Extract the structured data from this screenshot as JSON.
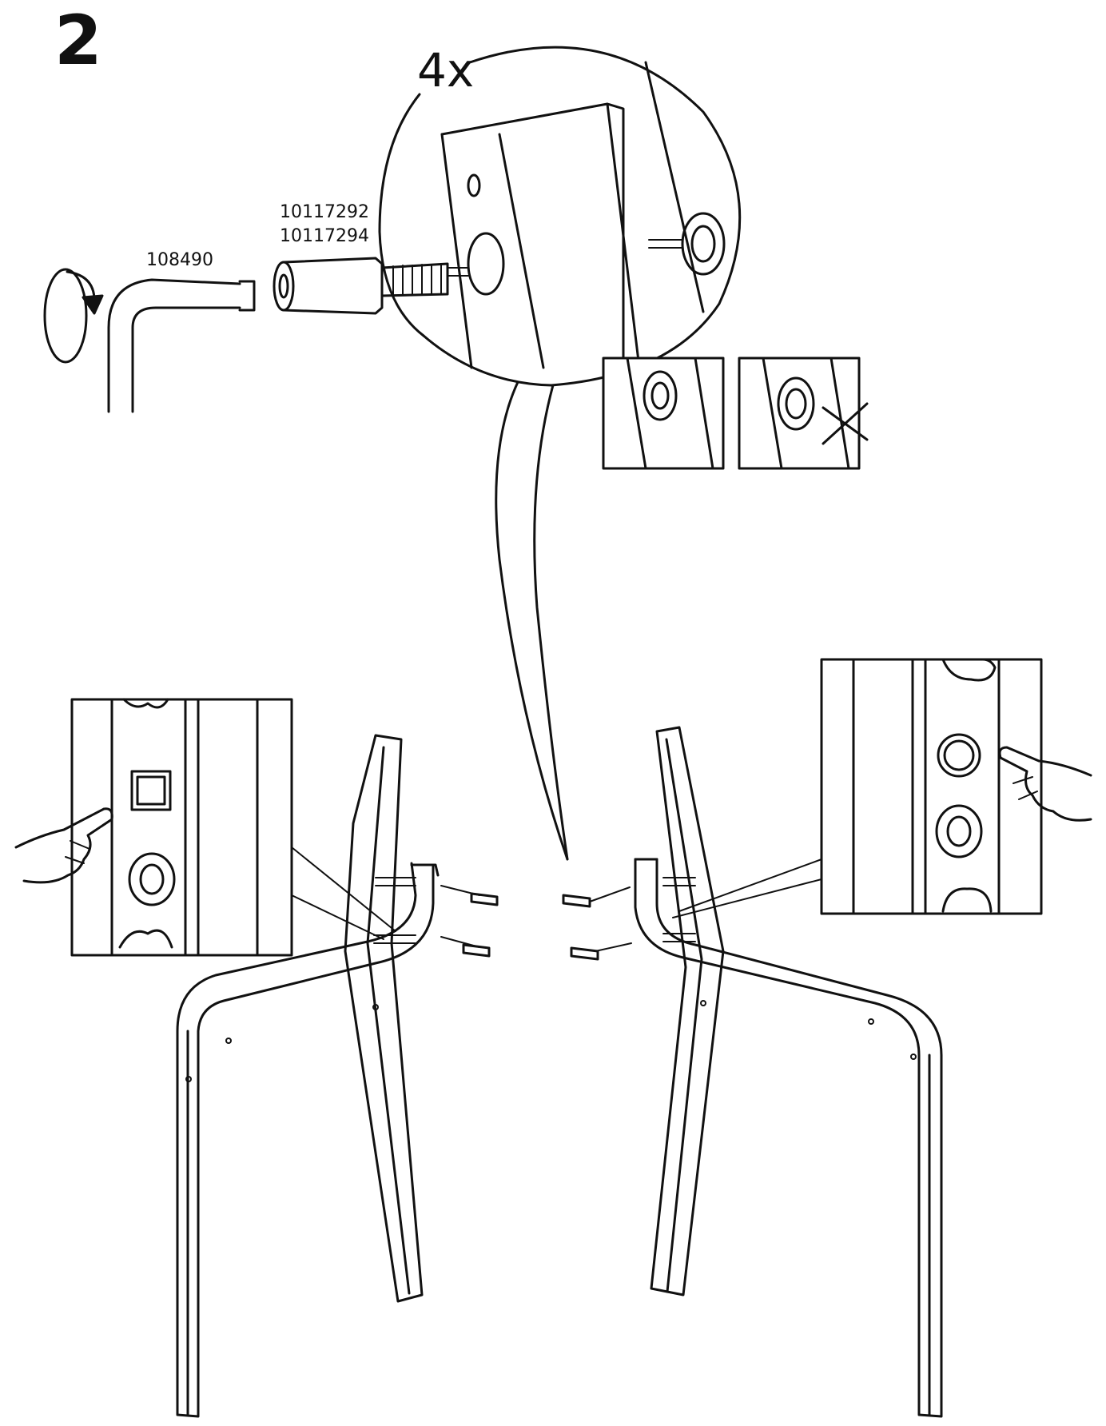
{
  "step": {
    "number": "2"
  },
  "detail": {
    "quantity": "4x"
  },
  "parts": {
    "allen_key": "108490",
    "bolt_code_1": "10117292",
    "bolt_code_2": "10117294"
  },
  "icons": {
    "rotate": "rotate-clockwise-icon",
    "wrong": "x-cross-icon",
    "hand_left": "pointing-hand-icon",
    "hand_right": "pointing-hand-icon"
  },
  "colors": {
    "ink": "#111111",
    "paper": "#ffffff"
  }
}
